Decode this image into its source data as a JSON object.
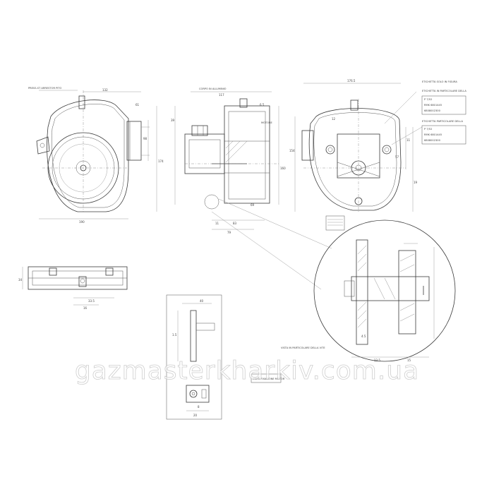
{
  "watermark": {
    "text": "gazmasterkharkiv.com.ua"
  },
  "notes": {
    "front_top": "PRESS-ST ARRESTOR PITO",
    "side_top": "CORPO IN ALLUMINIO",
    "side_center": "MOTORE",
    "back_top_1": "ETICHETTA SOLO IN FIGURA",
    "back_top_2": "ETICHETTA IN PARTICOLARE DELLA",
    "back_mid": "ETICHETTA PARTICOLARE DELLA",
    "detail_note": "VISTA IN PARTICOLARE DELLA VITE",
    "lower_note": "VISTA FIXACIONE MOTOR"
  },
  "labels": [
    {
      "text": "P 7/52"
    },
    {
      "text": "RMK 6801445"
    },
    {
      "text": "6808002300"
    },
    {
      "text": "P 7/52"
    },
    {
      "text": "RMK 6801445"
    },
    {
      "text": "6808002300"
    }
  ],
  "dims": {
    "front": [
      "132",
      "98",
      "190",
      "174",
      "61"
    ],
    "side": [
      "117",
      "39",
      "160",
      "6.5",
      "83",
      "79",
      "11",
      "69"
    ],
    "back": [
      "176.5",
      "154",
      "11",
      "19",
      "57",
      "12"
    ],
    "detail": [
      "13.5",
      "15",
      "4.5"
    ],
    "bottom_left": [
      "34",
      "33.5",
      "16"
    ],
    "bottom_mid": [
      "40",
      "1.5",
      "8",
      "20"
    ]
  }
}
